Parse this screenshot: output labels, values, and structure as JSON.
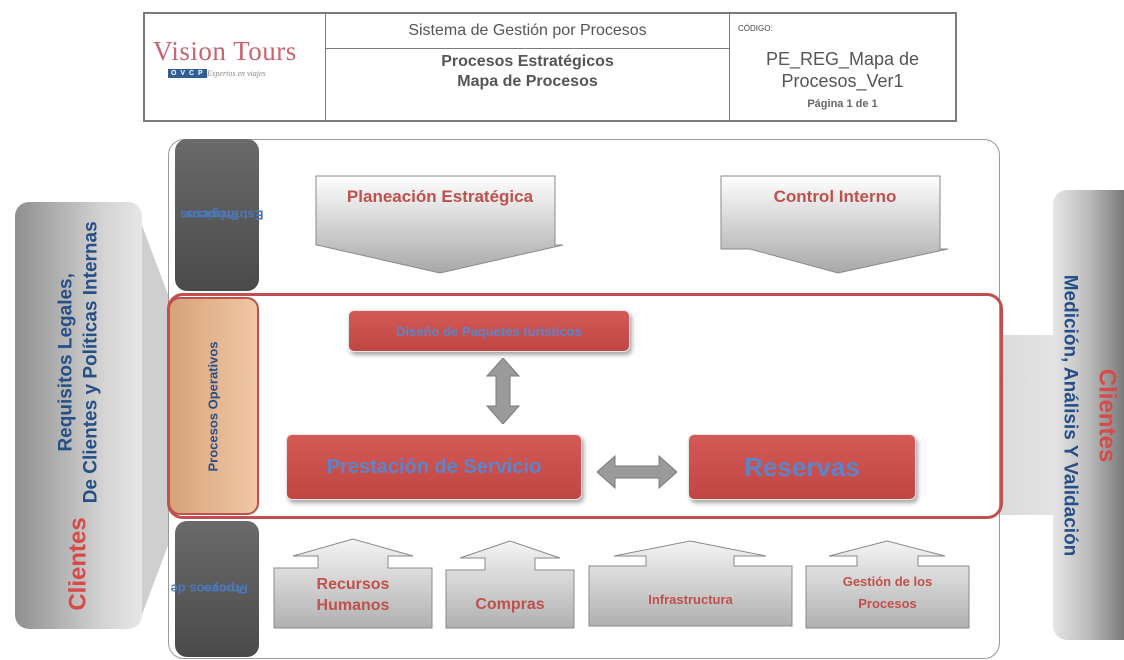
{
  "header": {
    "logo_text": "Vision Tours",
    "logo_badge": "O V C P",
    "logo_tagline": "Expertos en viajes",
    "system_title": "Sistema de Gestión por Procesos",
    "process_title_line1": "Procesos Estratégicos",
    "process_title_line2": "Mapa de Procesos",
    "codigo_label": "CÓDIGO:",
    "codigo_line1": "PE_REG_Mapa de",
    "codigo_line2": "Procesos_Ver1",
    "pagina": "Página 1 de 1"
  },
  "left_client": {
    "title": "Clientes",
    "line1": "Requisitos Legales,",
    "line2": "De Clientes y Políticas Internas"
  },
  "right_client": {
    "title": "Clientes",
    "line1": "Medición, Análisis Y Validación"
  },
  "sections": {
    "estrategicos_line1": "Procesos",
    "estrategicos_line2": "Estratégicos",
    "operativos": "Procesos Operativos",
    "apoyo_line1": "Procesos de",
    "apoyo_line2": "Apoyo"
  },
  "strategic": {
    "planeacion": "Planeación Estratégica",
    "control": "Control Interno"
  },
  "operative": {
    "diseno": "Diseño de Paquetes turísticos",
    "prestacion": "Prestación de Servicio",
    "reservas": "Reservas"
  },
  "support": {
    "rrhh_line1": "Recursos",
    "rrhh_line2": "Humanos",
    "compras": "Compras",
    "infraestructura": "Infrastructura",
    "gestion_line1": "Gestión de los",
    "gestion_line2": "Procesos"
  },
  "colors": {
    "accent_red": "#c0504d",
    "text_blue": "#264f86",
    "gray": "#7a7a7a"
  }
}
